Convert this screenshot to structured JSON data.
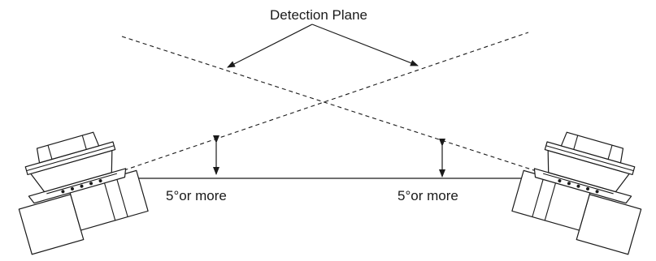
{
  "diagram": {
    "title": "Detection Plane",
    "left_angle_label": "5°or more",
    "right_angle_label": "5°or more",
    "icons": [
      "laser-scanner-sensor-left",
      "laser-scanner-sensor-right"
    ],
    "line_color": "#1a1a1a"
  }
}
